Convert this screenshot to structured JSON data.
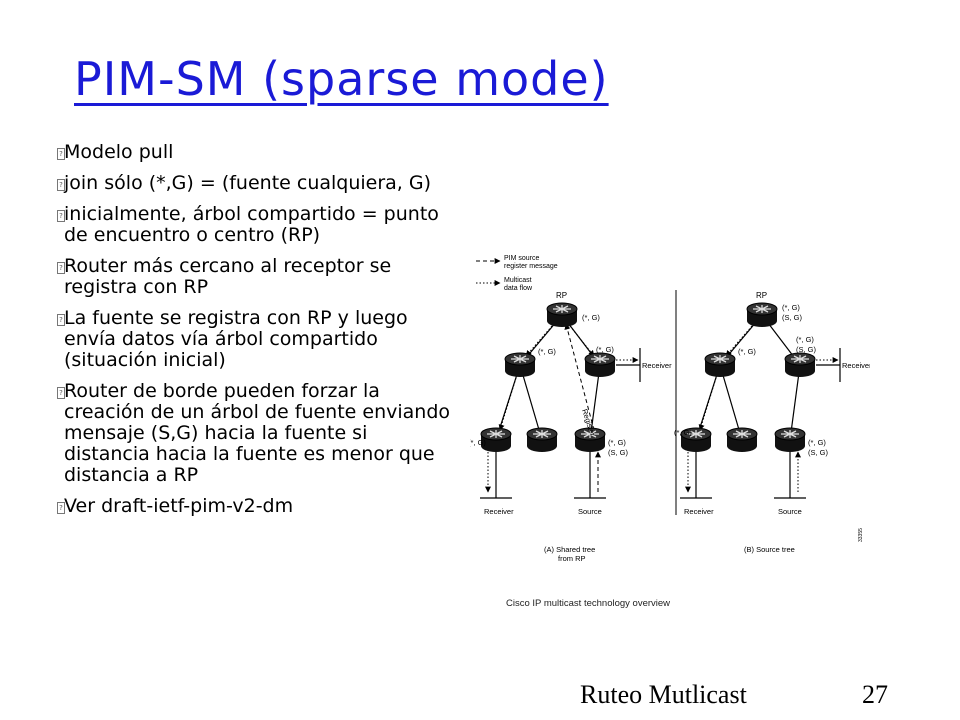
{
  "title": "PIM-SM (sparse mode)",
  "bullets": [
    "Modelo pull",
    "join sólo (*,G) = (fuente cualquiera, G)",
    "inicialmente, árbol compartido = punto de encuentro o centro (RP)",
    "Router más cercano al receptor se registra con RP",
    "La fuente se registra con RP y luego envía datos vía árbol compartido (situación inicial)",
    "Router de borde pueden forzar la creación de un árbol de fuente enviando mensaje (S,G) hacia la fuente si distancia hacia la fuente es menor que distancia a RP",
    "Ver draft-ietf-pim-v2-dm"
  ],
  "figure": {
    "legend": {
      "register_line1": "PIM source",
      "register_line2": "register message",
      "flow_line1": "Multicast",
      "flow_line2": "data flow"
    },
    "rp_label": "RP",
    "star_g": "(*, G)",
    "s_g": "(S, G)",
    "receiver": "Receiver",
    "source": "Source",
    "register": "Register",
    "panel_a_line1": "(A) Shared tree",
    "panel_a_line2": "from RP",
    "panel_b": "(B) Source tree",
    "figure_id": "33355"
  },
  "caption": "Cisco IP multicast technology overview",
  "footer": {
    "left": "Ruteo Mutlicast",
    "page": "27"
  }
}
